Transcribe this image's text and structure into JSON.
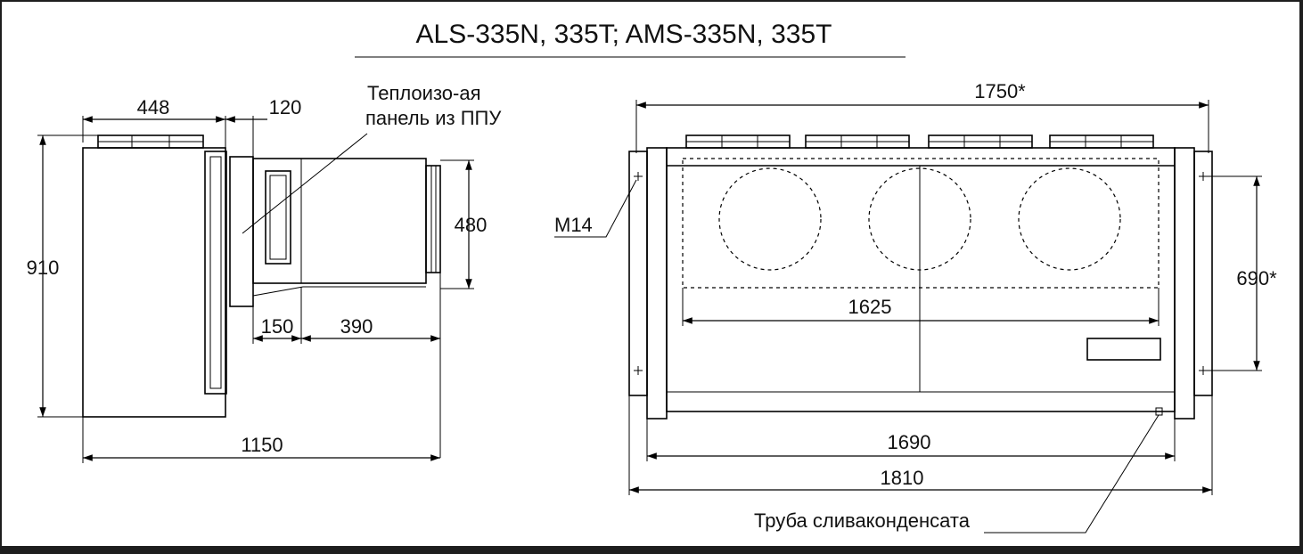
{
  "title": "ALS-335N, 335T; AMS-335N, 335T",
  "side_view": {
    "dim_width_top": "448",
    "dim_panel": "120",
    "dim_height_total": "910",
    "dim_evap_height": "480",
    "dim_gap": "150",
    "dim_evap_depth": "390",
    "dim_total_depth": "1150",
    "panel_label_line1": "Теплоизо-ая",
    "panel_label_line2": "панель из ППУ"
  },
  "front_view": {
    "dim_total_top": "1750*",
    "dim_inner": "1625",
    "dim_body": "1690",
    "dim_total_bottom": "1810",
    "dim_mount_height": "690*",
    "bolt_label": "M14",
    "drain_label": "Труба сливаконденсата"
  },
  "colors": {
    "background": "#ffffff",
    "frame": "#1e1e1e",
    "line": "#000000"
  }
}
